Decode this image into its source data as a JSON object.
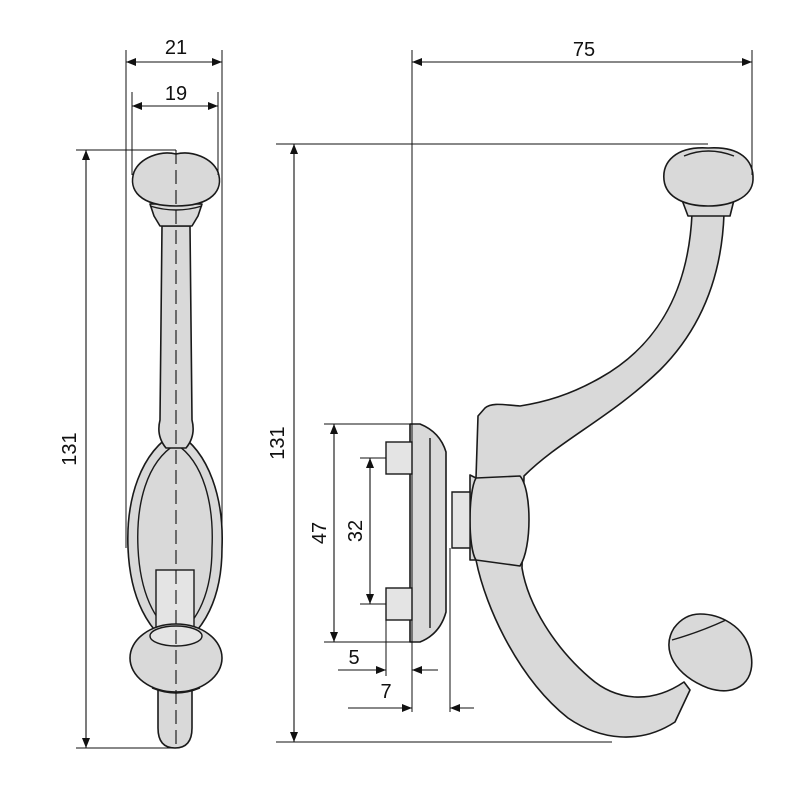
{
  "colors": {
    "line": "#111111",
    "part_fill": "#d9d9d9",
    "background": "#ffffff"
  },
  "front_view": {
    "dim_width_outer": "21",
    "dim_width_inner": "19",
    "dim_height": "131"
  },
  "side_view": {
    "dim_depth": "75",
    "dim_height": "131",
    "dim_base_height": "47",
    "dim_hole_spacing": "32",
    "dim_offset_small": "5",
    "dim_offset_large": "7"
  }
}
